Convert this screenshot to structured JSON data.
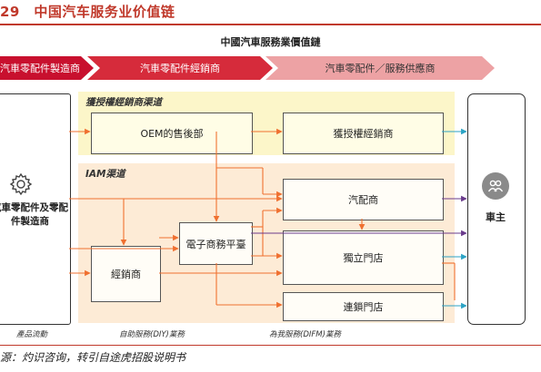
{
  "figure": {
    "title": "29　中国汽车服务业价值链",
    "chart_title": "中國汽車服務業價值鏈",
    "source": "源：灼识咨询，转引自途虎招股说明书"
  },
  "stages": [
    "汽車零配件製造商",
    "汽車零配件經銷商",
    "汽車零配件／服務供應商"
  ],
  "manufacturer": {
    "label": "汽車零配件及零配件製造商"
  },
  "zones": {
    "authorized": "獲授權經銷商渠道",
    "iam": "IAM渠道"
  },
  "nodes": {
    "oem": "OEM的售後部",
    "auth_dealer": "獲授權經銷商",
    "parts_shop": "汽配商",
    "distributor": "經銷商",
    "ecommerce": "電子商務平臺",
    "independent": "獨立門店",
    "chain": "連鎖門店"
  },
  "owner": {
    "label": "車主"
  },
  "legend": {
    "product": "產品流動",
    "diy": "自助服務(DIY)業務",
    "difm": "為我服務(DIFM)業務"
  },
  "colors": {
    "product": "#f07030",
    "diy": "#6a3b8c",
    "difm": "#2ba3c5",
    "accent": "#c8102e"
  }
}
